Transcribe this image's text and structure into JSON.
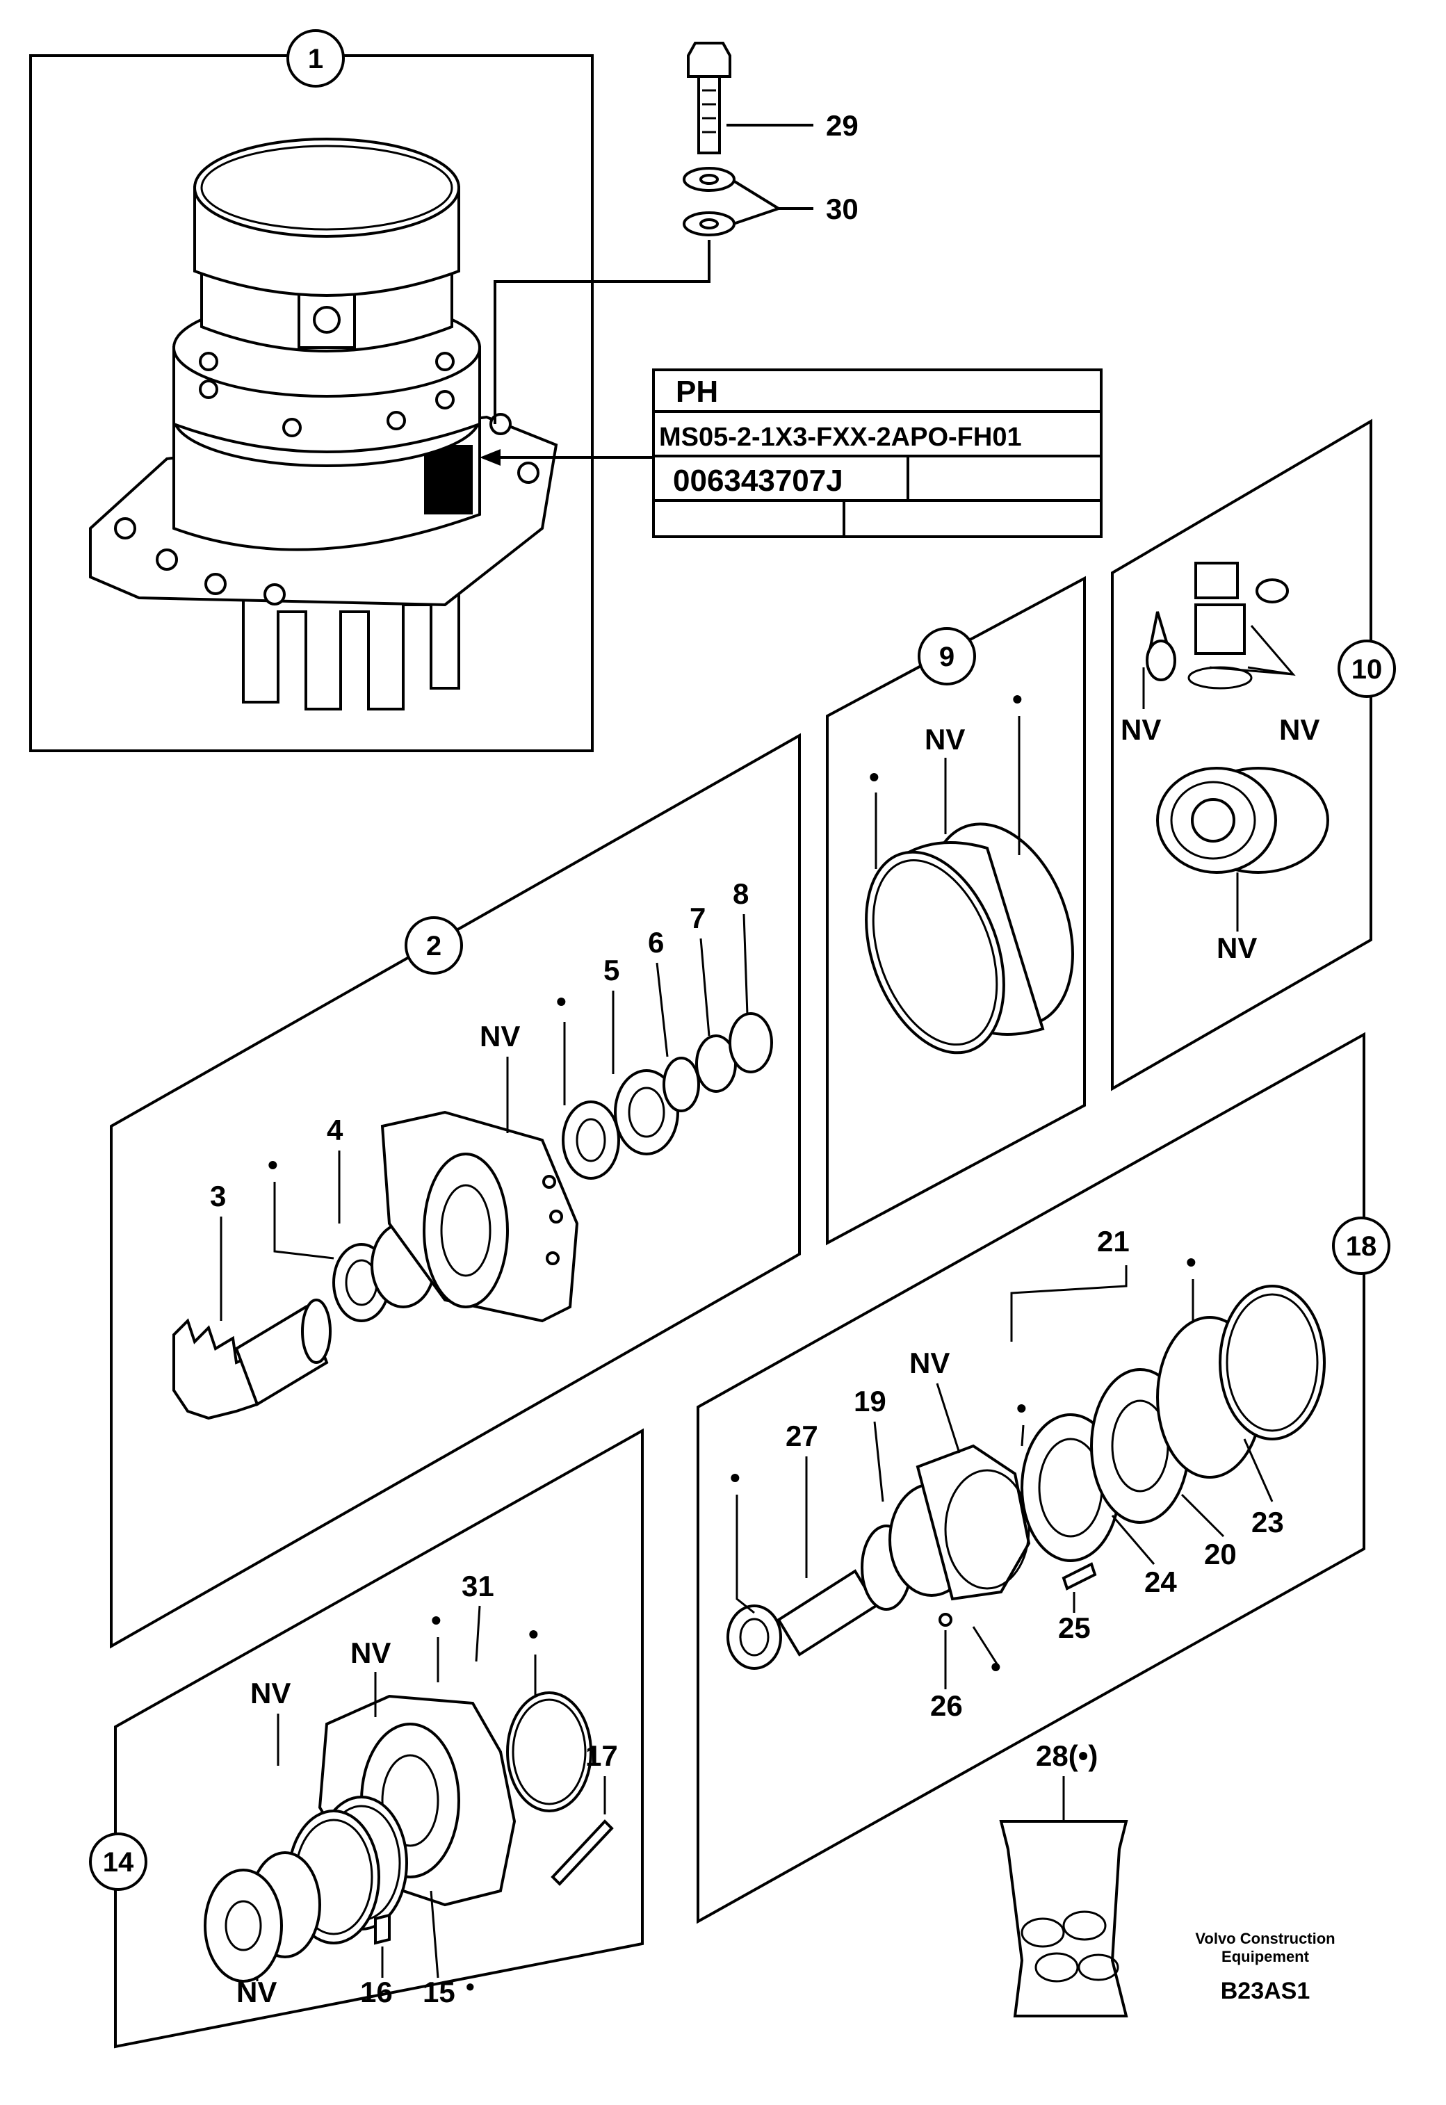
{
  "callouts": {
    "c1": "1",
    "c2": "2",
    "c9": "9",
    "c10": "10",
    "c14": "14",
    "c18": "18"
  },
  "parts": {
    "p3": "3",
    "p4": "4",
    "p5": "5",
    "p6": "6",
    "p7": "7",
    "p8": "8",
    "p15": "15",
    "p16": "16",
    "p17": "17",
    "p19": "19",
    "p20": "20",
    "p21": "21",
    "p23": "23",
    "p24": "24",
    "p25": "25",
    "p26": "26",
    "p27": "27",
    "p28": "28(•)",
    "p29": "29",
    "p30": "30",
    "p31": "31"
  },
  "nv": "NV",
  "bullet": "•",
  "plate": {
    "row1": "PH",
    "row2": "MS05-2-1X3-FXX-2APO-FH01",
    "row3": "006343707J"
  },
  "footer": {
    "company_line1": "Volvo Construction",
    "company_line2": "Equipement",
    "ref": "B23AS1"
  }
}
